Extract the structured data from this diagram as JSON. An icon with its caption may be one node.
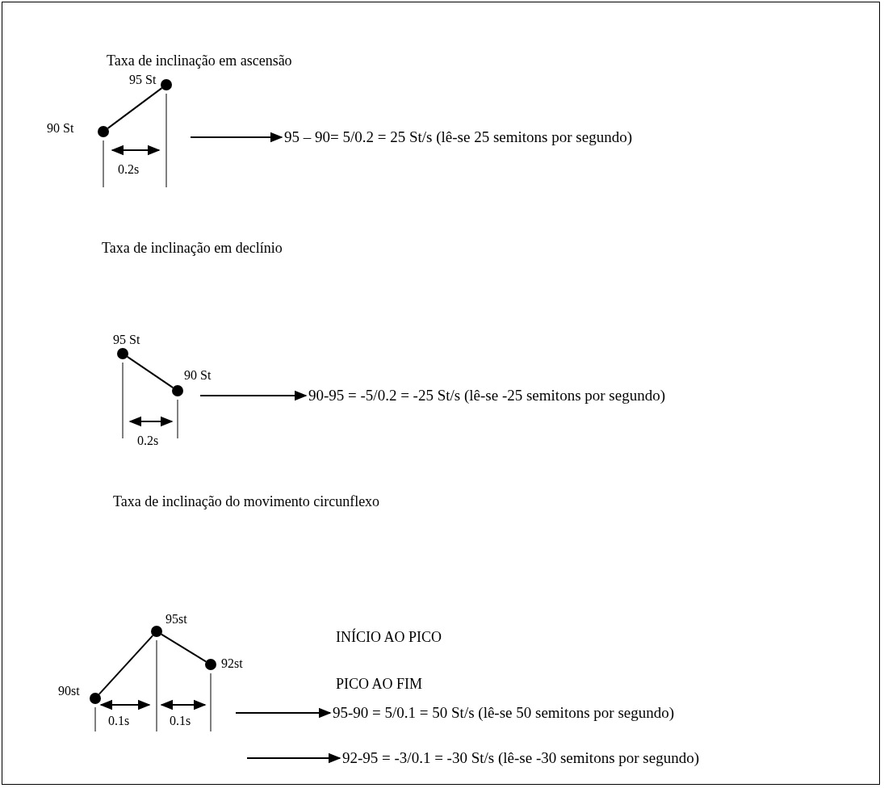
{
  "diagram": {
    "nodes": [
      {
        "text": [],
        "shape": "circle",
        "beside": [
          "90 St"
        ]
      },
      {
        "text": [],
        "shape": "circle",
        "beside": [
          "95 St"
        ]
      },
      {
        "text": [
          "95 – 90= 5/0.2 = 25 St/s (lê-se 25 semitons por segundo)"
        ]
      },
      {
        "text": [],
        "shape": "circle",
        "beside": [
          "95 St"
        ]
      },
      {
        "text": [],
        "shape": "circle",
        "beside": [
          "90 St"
        ]
      },
      {
        "text": [
          "90-95 = -5/0.2 = -25 St/s (lê-se -25 semitons por segundo)"
        ]
      },
      {
        "text": [],
        "shape": "circle",
        "beside": [
          "90st"
        ]
      },
      {
        "text": [],
        "shape": "circle",
        "beside": [
          "95st"
        ]
      },
      {
        "text": [],
        "shape": "circle",
        "beside": [
          "92st"
        ]
      },
      {
        "text": [
          "95-90 = 5/0.1 = 50 St/s (lê-se 50 semitons por segundo)"
        ]
      },
      {
        "text": [
          "92-95 = -3/0.1 = -30 St/s (lê-se -30 semitons por segundo)"
        ]
      }
    ],
    "edges": [
      {
        "from": 0,
        "to": 1,
        "arrow": "none"
      },
      {
        "from": null,
        "to": 2,
        "arrow": "to"
      },
      {
        "from": 3,
        "to": 4,
        "arrow": "none"
      },
      {
        "from": null,
        "to": 5,
        "arrow": "to"
      },
      {
        "from": 6,
        "to": 7,
        "arrow": "none"
      },
      {
        "from": 7,
        "to": 8,
        "arrow": "none"
      },
      {
        "from": null,
        "to": 9,
        "arrow": "to"
      },
      {
        "from": null,
        "to": 10,
        "arrow": "to"
      }
    ],
    "labels": [
      "Taxa de inclinação em ascensão",
      "0.2s",
      "Taxa de inclinação em declínio",
      "0.2s",
      "Taxa de inclinação do movimento circunflexo",
      "INÍCIO AO PICO",
      "0.1s",
      "0.1s",
      "PICO AO FIM"
    ]
  }
}
